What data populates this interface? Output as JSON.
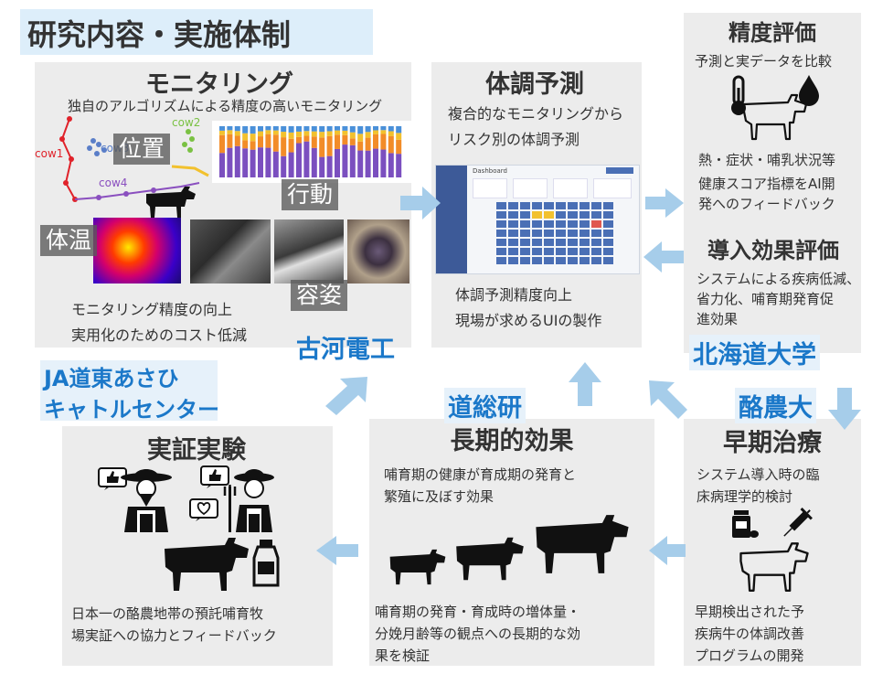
{
  "header": {
    "title": "研究内容・実施体制"
  },
  "monitoring": {
    "title": "モニタリング",
    "subtitle": "独自のアルゴリズムによる精度の高いモニタリング",
    "labels": {
      "position": "位置",
      "behavior": "行動",
      "temperature": "体温",
      "posture": "容姿"
    },
    "cows": [
      "cow1",
      "cow2",
      "cow3",
      "cow4"
    ],
    "bullets": [
      "モニタリング精度の向上",
      "実用化のためのコスト低減"
    ]
  },
  "prediction": {
    "title": "体調予測",
    "desc": [
      "複合的なモニタリングから",
      "リスク別の体調予測"
    ],
    "bullets": [
      "体調予測精度向上",
      "現場が求めるUIの製作"
    ],
    "dashboard_label": "Dashboard"
  },
  "accuracy": {
    "title": "精度評価",
    "subtitle": "予測と実データを比較",
    "note1": "熱・症状・哺乳状況等",
    "note2": [
      "健康スコア指標をAI開",
      "発へのフィードバック"
    ]
  },
  "impact": {
    "title": "導入効果評価",
    "desc": [
      "システムによる疾病低減、",
      "省力化、哺育期発育促",
      "進効果"
    ]
  },
  "treatment": {
    "title": "早期治療",
    "desc": [
      "システム導入時の臨",
      "床病理学的検討"
    ],
    "bottom": [
      "早期検出された予",
      "疾病牛の体調改善",
      "プログラムの開発"
    ]
  },
  "longterm": {
    "title": "長期的効果",
    "desc": [
      "哺育期の健康が育成期の発育と",
      "繁殖に及ぼす効果"
    ],
    "bottom": [
      "哺育期の発育・育成時の増体量・",
      "分娩月齢等の観点への長期的な効",
      "果を検証"
    ]
  },
  "trial": {
    "title": "実証実験",
    "bottom": [
      "日本一の酪農地帯の預託哺育牧",
      "場実証への協力とフィードバック"
    ]
  },
  "orgs": {
    "furukawa": "古河電工",
    "hokkaido": "北海道大学",
    "rakuno": "酪農大",
    "doso": "道総研",
    "ja1": "JA道東あさひ",
    "ja2": "キャトルセンター"
  },
  "colors": {
    "arrow": "#a6cdea",
    "org": "#1b78c9",
    "panel": "#ececec"
  }
}
